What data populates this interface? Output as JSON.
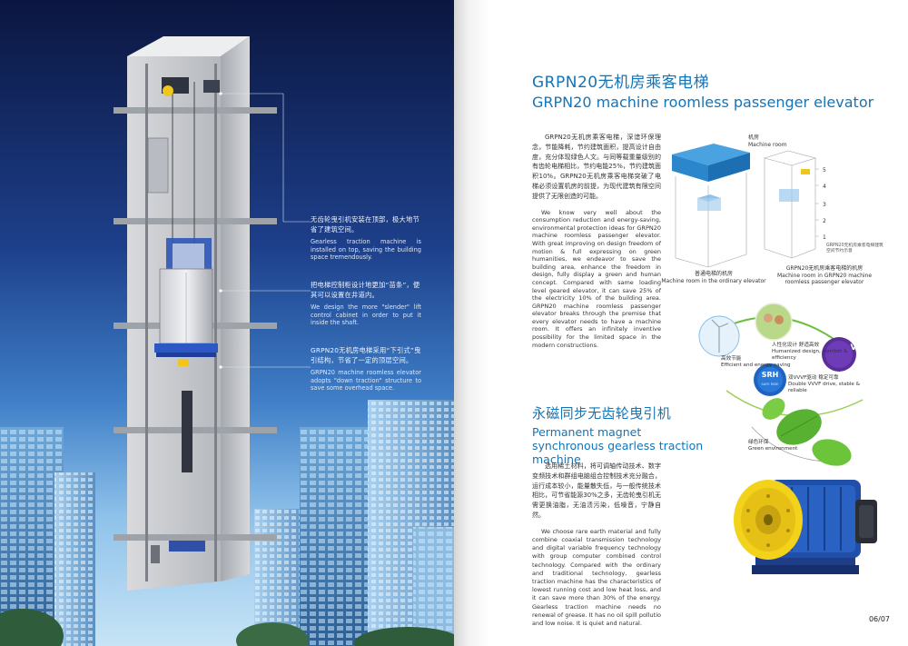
{
  "left_page": {
    "callouts": [
      {
        "cn": "无齿轮曳引机安装在顶部，极大地节省了建筑空间。",
        "en": "Gearless traction machine is installed on top, saving the building space tremendously."
      },
      {
        "cn": "把电梯控制柜设计地更加“苗条”，便其可以设置在井道内。",
        "en": "We design the more \"slender\" lift control cabinet in order to put it inside the shaft."
      },
      {
        "cn": "GRPN20无机房电梯采用“下引式”曳引结构，节省了一定的顶层空间。",
        "en": "GRPN20 machine roomless elevator adopts \"down traction\" structure to save some overhead space."
      }
    ]
  },
  "right_page": {
    "title_cn": "GRPN20无机房乘客电梯",
    "title_en": "GRPN20 machine roomless passenger elevator",
    "intro_cn": "GRPN20无机房乘客电梯，深谙环保理念，节能降耗，节约建筑面积，提高设计自由度，充分体现绿色人文。与同等载重量级别的有齿轮电梯相比，节约电能25%，节约建筑面积10%。GRPN20无机房乘客电梯突破了电梯必须设置机房的前提，为现代建筑有限空间提供了无限创造的可能。",
    "intro_en": "We know very well about the consumption reduction and energy-saving, environmental protection ideas for GRPN20 machine roomless passenger elevator. With great improving on design freedom of motion & full expressing on green humanities, we endeavor to save the building area, enhance the freedom in design, fully display a green and human concept. Compared with same loading level geared elevator, it can save 25% of the electricity 10% of the building area. GRPN20 machine roomless passenger elevator breaks through the premise that every elevator needs to have a machine room. It offers an infinitely inventive possibility for the limited space in the modern constructions.",
    "diagram": {
      "machine_room_cn": "机房",
      "machine_room_en": "Machine room",
      "ordinary_cn": "普通电梯的机房",
      "ordinary_en": "Machine room in the ordinary elevator",
      "roomless_cn": "GRPN20无机房乘客电梯的机房",
      "roomless_en": "Machine room in GRPN20 machine roomless passenger elevator",
      "small_note": "GRPN20无机房乘客电梯建筑空间节约示意",
      "floor_numbers": [
        "5",
        "4",
        "3",
        "2",
        "1"
      ]
    },
    "features": {
      "efficient_cn": "高效节能",
      "efficient_en": "Efficient and energy-saving",
      "humanized_cn": "人性化设计 舒适高效",
      "humanized_en": "Humanized design, comfort & efficiency",
      "vvvf_logo": "VVVF",
      "srh_logo": "SRH",
      "srh_sub": "SAFE RIDE",
      "vvvf_cn": "双VVVF驱动 稳定可靠",
      "vvvf_en": "Double VVVF drive, stable & reliable",
      "green_cn": "绿色环保",
      "green_en": "Green environment"
    },
    "section2_cn": "永磁同步无齿轮曳引机",
    "section2_en": "Permanent magnet synchronous gearless traction machine",
    "traction_cn": "选用稀土材料，将可调轴传动技术、数字变频技术和群组电脑组合控制技术充分融合，运行成本较小，能量散失低，与一般传统技术相比，可节省能源30%之多，无齿轮曳引机无需更换油脂，无油渍污染，低噪音，宁静自然。",
    "traction_en": "We choose rare earth material and fully combine coaxial transmission technology and digital variable frequency technology with group computer combined control technology. Compared with the ordinary and traditional technology, gearless traction machine has the characteristics of lowest running cost and low heat loss, and it can save more than 30% of the energy. Gearless traction machine needs no renewal of grease. It has no oil spill pollutio and low noise. It is quiet and natural.",
    "page_number": "06/07"
  },
  "colors": {
    "accent_blue": "#1474b7",
    "sky_top": "#0b1640",
    "sky_bottom": "#c7e4f6",
    "machine_yellow": "#f2d21b",
    "machine_blue": "#1f4fa8",
    "leaf_green": "#58b130"
  }
}
